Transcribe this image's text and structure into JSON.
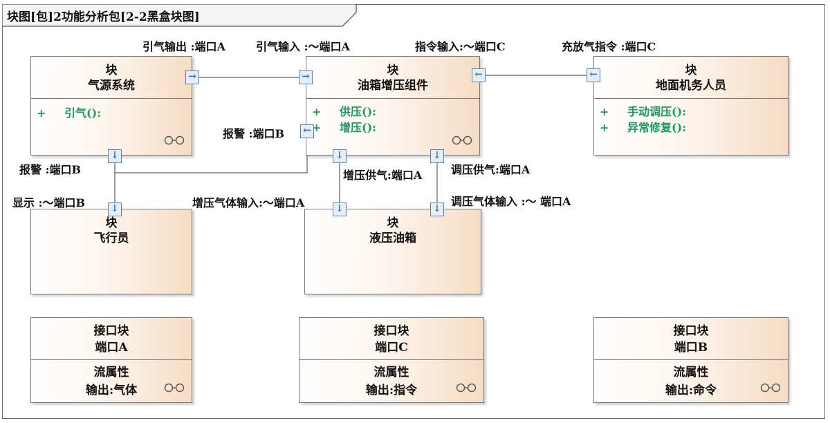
{
  "frame": {
    "title": "块图[包]2功能分析包[2-2黑盒块图]"
  },
  "blocks": {
    "air_system": {
      "stereotype": "块",
      "name": "气源系统",
      "ops": [
        {
          "plus": "+",
          "label": "引气():"
        }
      ]
    },
    "tank_booster": {
      "stereotype": "块",
      "name": "油箱增压组件",
      "ops": [
        {
          "plus": "+",
          "label": "供压():"
        },
        {
          "plus": "+",
          "label": "增压():"
        }
      ]
    },
    "ground_crew": {
      "stereotype": "块",
      "name": "地面机务人员",
      "ops": [
        {
          "plus": "+",
          "label": "手动调压():"
        },
        {
          "plus": "+",
          "label": "异常修复():"
        }
      ]
    },
    "pilot": {
      "stereotype": "块",
      "name": "飞行员"
    },
    "hydraulic_tank": {
      "stereotype": "块",
      "name": "液压油箱"
    }
  },
  "interface_blocks": [
    {
      "stereotype": "接口块",
      "name": "端口A",
      "section": "流属性",
      "property": "输出:气体"
    },
    {
      "stereotype": "接口块",
      "name": "端口C",
      "section": "流属性",
      "property": "输出:指令"
    },
    {
      "stereotype": "接口块",
      "name": "端口B",
      "section": "流属性",
      "property": "输出:命令"
    }
  ],
  "port_labels": {
    "bleed_out": "引气输出 :端口A",
    "bleed_in": "引气输入 :～端口A",
    "cmd_in": "指令输入:～端口C",
    "charge_cmd": "充放气指令 :端口C",
    "alarm_booster": "报警 :端口B",
    "alarm_air": "报警 :端口B",
    "display": "显示 :～端口B",
    "boost_supply": "增压供气:端口A",
    "regulate_supply": "调压供气:端口A",
    "boost_gas_in": "增压气体输入:～端口A",
    "regulate_gas_in": "调压气体输入 :～ 端口A"
  },
  "icons": {
    "port_out": "→",
    "port_in": "←",
    "port_down": "↓"
  }
}
